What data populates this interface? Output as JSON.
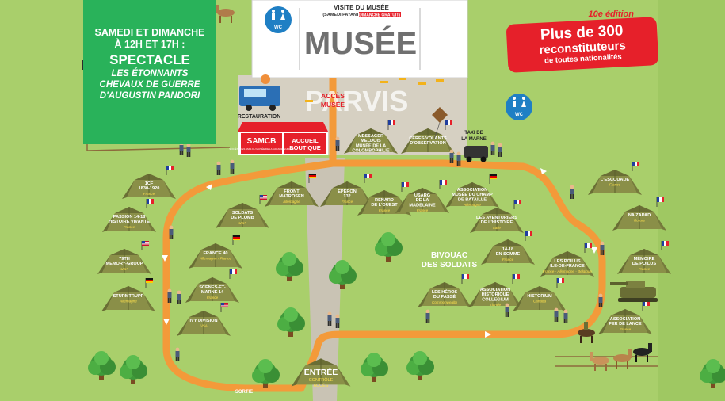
{
  "info_box": {
    "line1": "SAMEDI ET DIMANCHE",
    "line2": "À 12H ET 17H :",
    "title": "SPECTACLE",
    "desc1": "LES ÉTONNANTS",
    "desc2": "CHEVAUX DE GUERRE",
    "desc3": "D'AUGUSTIN PANDORI"
  },
  "museum": {
    "visit_title": "VISITE DU MUSÉE",
    "visit_paid": "(SAMEDI PAYANT -",
    "visit_free": "DIMANCHE GRATUIT)",
    "name": "MUSÉE",
    "parvis": "PARVIS",
    "access1": "ACCÈS",
    "access2": "MUSÉE",
    "wc": "WC"
  },
  "edition": {
    "label": "10e édition",
    "line1": "Plus de 300",
    "line2": "reconstituteurs",
    "line3": "de toutes nationalités"
  },
  "services": {
    "restauration": "RESTAURATION",
    "samcb": "SAMCB",
    "samcb_sub": "SOCIÉTÉ DES AMIS DU MUSÉE DE LA GRANDE GUERRE",
    "accueil1": "ACCUEIL",
    "accueil2": "BOUTIQUE",
    "taxi1": "TAXI DE",
    "taxi2": "LA MARNE"
  },
  "bivouac": {
    "line1": "BIVOUAC",
    "line2": "DES SOLDATS"
  },
  "entrance": {
    "title": "ENTRÉE",
    "sub1": "CONTRÔLE",
    "sub2": "ACCÈS"
  },
  "exit": "SORTIE",
  "tents": [
    {
      "l1": "MESSAGER",
      "l2": "MELDOIS",
      "l3": "MUSÉE DE LA",
      "l4": "COLOMBOPHILIE",
      "country": ""
    },
    {
      "l1": "CERFS-VOLANTS",
      "l2": "D'OBSERVATION",
      "l3": "",
      "l4": "",
      "country": ""
    },
    {
      "l1": "1CF",
      "l2": "1830-1920",
      "l3": "",
      "l4": "",
      "country": "France"
    },
    {
      "l1": "FRONT",
      "l2": "MATROSEN",
      "l3": "",
      "l4": "",
      "country": "Allemagne"
    },
    {
      "l1": "ÉPERON",
      "l2": "132",
      "l3": "",
      "l4": "",
      "country": "France"
    },
    {
      "l1": "RENARD",
      "l2": "DE L'OUEST",
      "l3": "",
      "l4": "",
      "country": "France"
    },
    {
      "l1": "USARG",
      "l2": "DE LA",
      "l3": "MADELAINE",
      "l4": "",
      "country": "France"
    },
    {
      "l1": "ASSOCIATION",
      "l2": "MUSÉE DU CHAMP",
      "l3": "DE BATAILLE",
      "l4": "",
      "country": "Allemagne"
    },
    {
      "l1": "L'ESCOUADE",
      "l2": "",
      "l3": "",
      "l4": "",
      "country": "France"
    },
    {
      "l1": "PASSION 14-18",
      "l2": "HISTOIRE VIVANTE",
      "l3": "",
      "l4": "",
      "country": "France"
    },
    {
      "l1": "SOLDATS",
      "l2": "DE PLOMB",
      "l3": "",
      "l4": "",
      "country": "USA"
    },
    {
      "l1": "LES AVENTURIERS",
      "l2": "DE L'HISTOIRE",
      "l3": "",
      "l4": "",
      "country": "Italie"
    },
    {
      "l1": "NA ZAPAD",
      "l2": "",
      "l3": "",
      "l4": "",
      "country": "Russie"
    },
    {
      "l1": "14-18",
      "l2": "EN SOMME",
      "l3": "",
      "l4": "",
      "country": "France"
    },
    {
      "l1": "FRANCE 40",
      "l2": "",
      "l3": "",
      "l4": "",
      "country": "Allemagne / France"
    },
    {
      "l1": "79TH",
      "l2": "MEMORY-GROUP",
      "l3": "",
      "l4": "",
      "country": "USA"
    },
    {
      "l1": "LES POILUS",
      "l2": "ILE-DE-FRANCE",
      "l3": "",
      "l4": "",
      "country": "France - Allemagne - Belgique"
    },
    {
      "l1": "MÉMOIRE",
      "l2": "DE POILUS",
      "l3": "",
      "l4": "",
      "country": "France"
    },
    {
      "l1": "SCÈNES-ET-",
      "l2": "MARNE 14",
      "l3": "",
      "l4": "",
      "country": "France"
    },
    {
      "l1": "LES HÉROS",
      "l2": "DU PASSÉ",
      "l3": "",
      "l4": "",
      "country": "Commonwealth"
    },
    {
      "l1": "ASSOCIATION",
      "l2": "HISTORIQUE",
      "l3": "COLLEGIUM",
      "l4": "",
      "country": "Irlande"
    },
    {
      "l1": "HISTORIUM",
      "l2": "",
      "l3": "",
      "l4": "",
      "country": "Canada"
    },
    {
      "l1": "STURMTRUPP",
      "l2": "",
      "l3": "",
      "l4": "",
      "country": "Allemagne"
    },
    {
      "l1": "IVY DIVISION",
      "l2": "",
      "l3": "",
      "l4": "",
      "country": "USA"
    },
    {
      "l1": "ASSOCIATION",
      "l2": "FER DE LANCE",
      "l3": "",
      "l4": "",
      "country": "France"
    }
  ],
  "colors": {
    "grass": "#a9cf6b",
    "path": "#f39a3a",
    "info_green": "#29b25a",
    "red": "#e6202a",
    "tent": "#8a8f48",
    "tent_dark": "#6a6e35",
    "plaza": "#d6d0c2",
    "wc_blue": "#1f7fc4"
  }
}
